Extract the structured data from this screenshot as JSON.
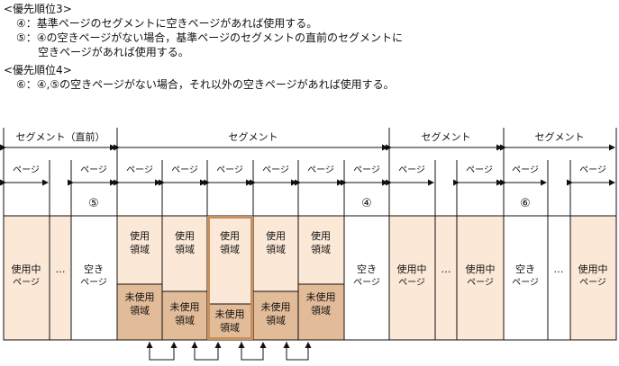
{
  "text": {
    "priority3_heading": "<優先順位3>",
    "p3_item4": "④：基準ページのセグメントに空きページがあれば使用する。",
    "p3_item5_line1": "⑤：④の空きページがない場合，基準ページのセグメントの直前のセグメントに",
    "p3_item5_line2": "空きページがあれば使用する。",
    "priority4_heading": "<優先順位4>",
    "p4_item6": "⑥：④,⑤の空きページがない場合，それ以外の空きページがあれば使用する。"
  },
  "diagram": {
    "segment_labels": [
      "セグメント（直前）",
      "セグメント",
      "セグメント",
      "セグメント"
    ],
    "page_label": "ページ",
    "markers": [
      "⑤",
      "④",
      "⑥"
    ],
    "used_page": [
      "使用中",
      "ページ"
    ],
    "empty_page": [
      "空き",
      "ページ"
    ],
    "ellipsis": "…",
    "used_area": [
      "使用",
      "領域"
    ],
    "unused_area": [
      "未使用",
      "領域"
    ]
  },
  "colors": {
    "light_fill": "#fbe8d6",
    "dark_fill": "#e2bb98",
    "highlight_border": "#c8905e",
    "line": "#111111"
  }
}
